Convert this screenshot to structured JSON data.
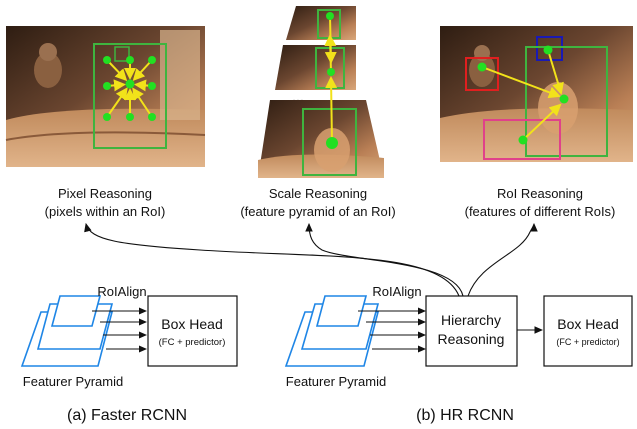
{
  "panels": [
    {
      "id": "pixel",
      "title": "Pixel Reasoning",
      "subtitle": "(pixels within an RoI)"
    },
    {
      "id": "scale",
      "title": "Scale Reasoning",
      "subtitle": "(feature pyramid of an RoI)",
      "ellipsis": "..."
    },
    {
      "id": "roi",
      "title": "RoI Reasoning",
      "subtitle": "(features of different RoIs)"
    }
  ],
  "faster_rcnn": {
    "pyramid_label": "Featurer Pyramid",
    "roialign_label": "RoIAlign",
    "box_head_label": "Box Head",
    "box_head_sub": "(FC + predictor)",
    "caption": "(a) Faster RCNN"
  },
  "hr_rcnn": {
    "pyramid_label": "Featurer Pyramid",
    "roialign_label": "RoIAlign",
    "hierarchy_label_line1": "Hierarchy",
    "hierarchy_label_line2": "Reasoning",
    "box_head_label": "Box Head",
    "box_head_sub": "(FC + predictor)",
    "caption": "(b) HR RCNN"
  },
  "colors": {
    "roi_box": "#3fb43f",
    "point": "#22e022",
    "arrow": "#f2e21a",
    "pyramid": "#1f86e6",
    "red_box": "#e01f1f",
    "blue_box": "#1a1ab4",
    "pink_box": "#e0418a",
    "photo_dark": "#3a2518",
    "photo_light": "#c9905e"
  }
}
